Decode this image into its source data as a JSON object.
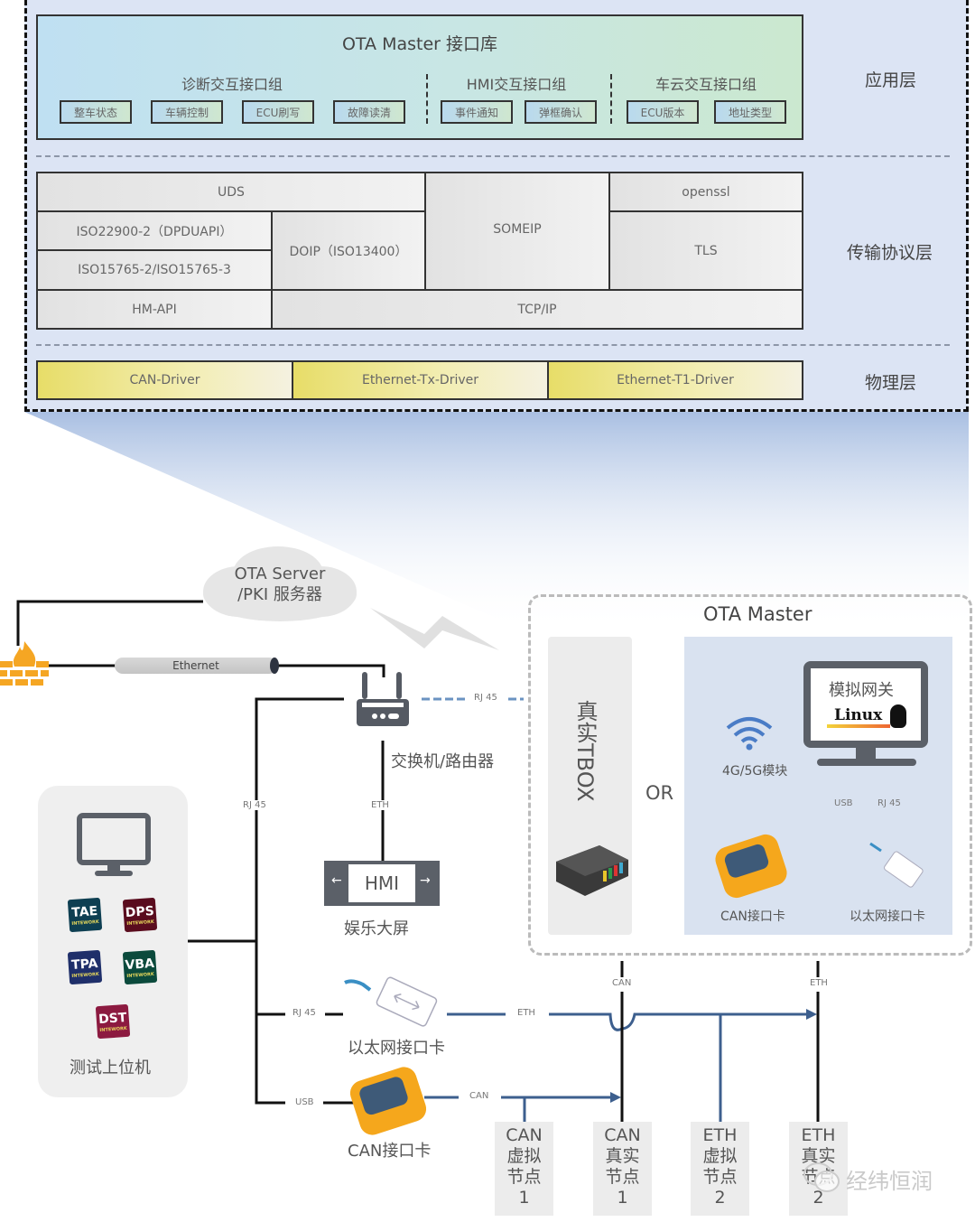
{
  "architecture": {
    "library_title": "OTA Master 接口库",
    "groups": [
      {
        "title": "诊断交互接口组",
        "items": [
          "整车状态",
          "车辆控制",
          "ECU刷写",
          "故障读清"
        ]
      },
      {
        "title": "HMI交互接口组",
        "items": [
          "事件通知",
          "弹框确认"
        ]
      },
      {
        "title": "车云交互接口组",
        "items": [
          "ECU版本",
          "地址类型"
        ]
      }
    ],
    "layers": {
      "application": "应用层",
      "transport": "传输协议层",
      "physical": "物理层"
    },
    "transport_cells": {
      "uds": "UDS",
      "iso22900": "ISO22900-2（DPDUAPI）",
      "iso15765": "ISO15765-2/ISO15765-3",
      "doip": "DOIP（ISO13400）",
      "someip": "SOMEIP",
      "openssl": "openssl",
      "tls": "TLS",
      "hmapi": "HM-API",
      "tcpip": "TCP/IP"
    },
    "drivers": [
      "CAN-Driver",
      "Ethernet-Tx-Driver",
      "Ethernet-T1-Driver"
    ]
  },
  "network": {
    "cloud": {
      "line1": "OTA Server",
      "line2": "/PKI 服务器"
    },
    "ethernet_cable": "Ethernet",
    "router_label": "交换机/路由器",
    "hmi": {
      "screen": "HMI",
      "label": "娱乐大屏"
    },
    "test_pc": {
      "label": "测试上位机",
      "logos": [
        {
          "name": "TAE",
          "sub": "INTEWORK",
          "color": "#0e3f52"
        },
        {
          "name": "DPS",
          "sub": "INTEWORK",
          "color": "#5a0c1e"
        },
        {
          "name": "TPA",
          "sub": "INTEWORK",
          "color": "#1f2f6a"
        },
        {
          "name": "VBA",
          "sub": "INTEWORK",
          "color": "#0b4a3c"
        },
        {
          "name": "DST",
          "sub": "INTEWORK",
          "color": "#8c1a40"
        }
      ]
    },
    "eth_card_label": "以太网接口卡",
    "can_card_label": "CAN接口卡",
    "link_labels": {
      "rj45_router": "RJ 45",
      "rj45_left": "RJ 45",
      "eth_hmi": "ETH",
      "rj45_card": "RJ 45",
      "usb_card": "USB",
      "eth_bus": "ETH",
      "can_bus": "CAN",
      "can_drop": "CAN",
      "eth_drop": "ETH",
      "usb_inner": "USB",
      "rj45_inner": "RJ 45"
    },
    "ota_master": {
      "title": "OTA Master",
      "tbox": "真实TBOX",
      "or": "OR",
      "gateway": "模拟网关",
      "linux": "Linux",
      "wireless": "4G/5G模块",
      "can_card": "CAN接口卡",
      "eth_card": "以太网接口卡"
    },
    "nodes": [
      {
        "line1": "CAN",
        "line2": "虚拟",
        "line3": "节点",
        "line4": "1"
      },
      {
        "line1": "CAN",
        "line2": "真实",
        "line3": "节点",
        "line4": "1"
      },
      {
        "line1": "ETH",
        "line2": "虚拟",
        "line3": "节点",
        "line4": "2"
      },
      {
        "line1": "ETH",
        "line2": "真实",
        "line3": "节点",
        "line4": "2"
      }
    ],
    "watermark": "经纬恒润"
  },
  "colors": {
    "bus_blue": "#3d5f8e",
    "panel_bg": "#dce4f4",
    "driver_yellow": "#e7dd68",
    "firewall_orange": "#f5a623"
  }
}
